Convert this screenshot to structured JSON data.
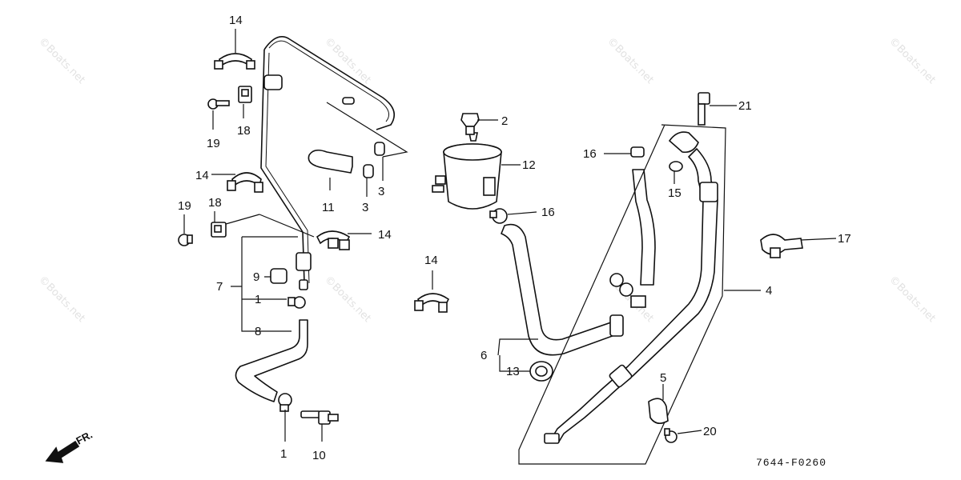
{
  "diagram_code": "7644-F0260",
  "direction_label": "FR.",
  "watermark_text": "©Boats.net",
  "callouts": {
    "c1a": "1",
    "c1b": "1",
    "c2": "2",
    "c3a": "3",
    "c3b": "3",
    "c4": "4",
    "c5": "5",
    "c6": "6",
    "c7": "7",
    "c8": "8",
    "c9": "9",
    "c10": "10",
    "c11": "11",
    "c12": "12",
    "c13": "13",
    "c14a": "14",
    "c14b": "14",
    "c14c": "14",
    "c14d": "14",
    "c15": "15",
    "c16a": "16",
    "c16b": "16",
    "c17": "17",
    "c18a": "18",
    "c18b": "18",
    "c19a": "19",
    "c19b": "19",
    "c20": "20",
    "c21": "21"
  },
  "colors": {
    "line": "#111111",
    "watermark": "#e2e2e2",
    "background": "#ffffff"
  }
}
